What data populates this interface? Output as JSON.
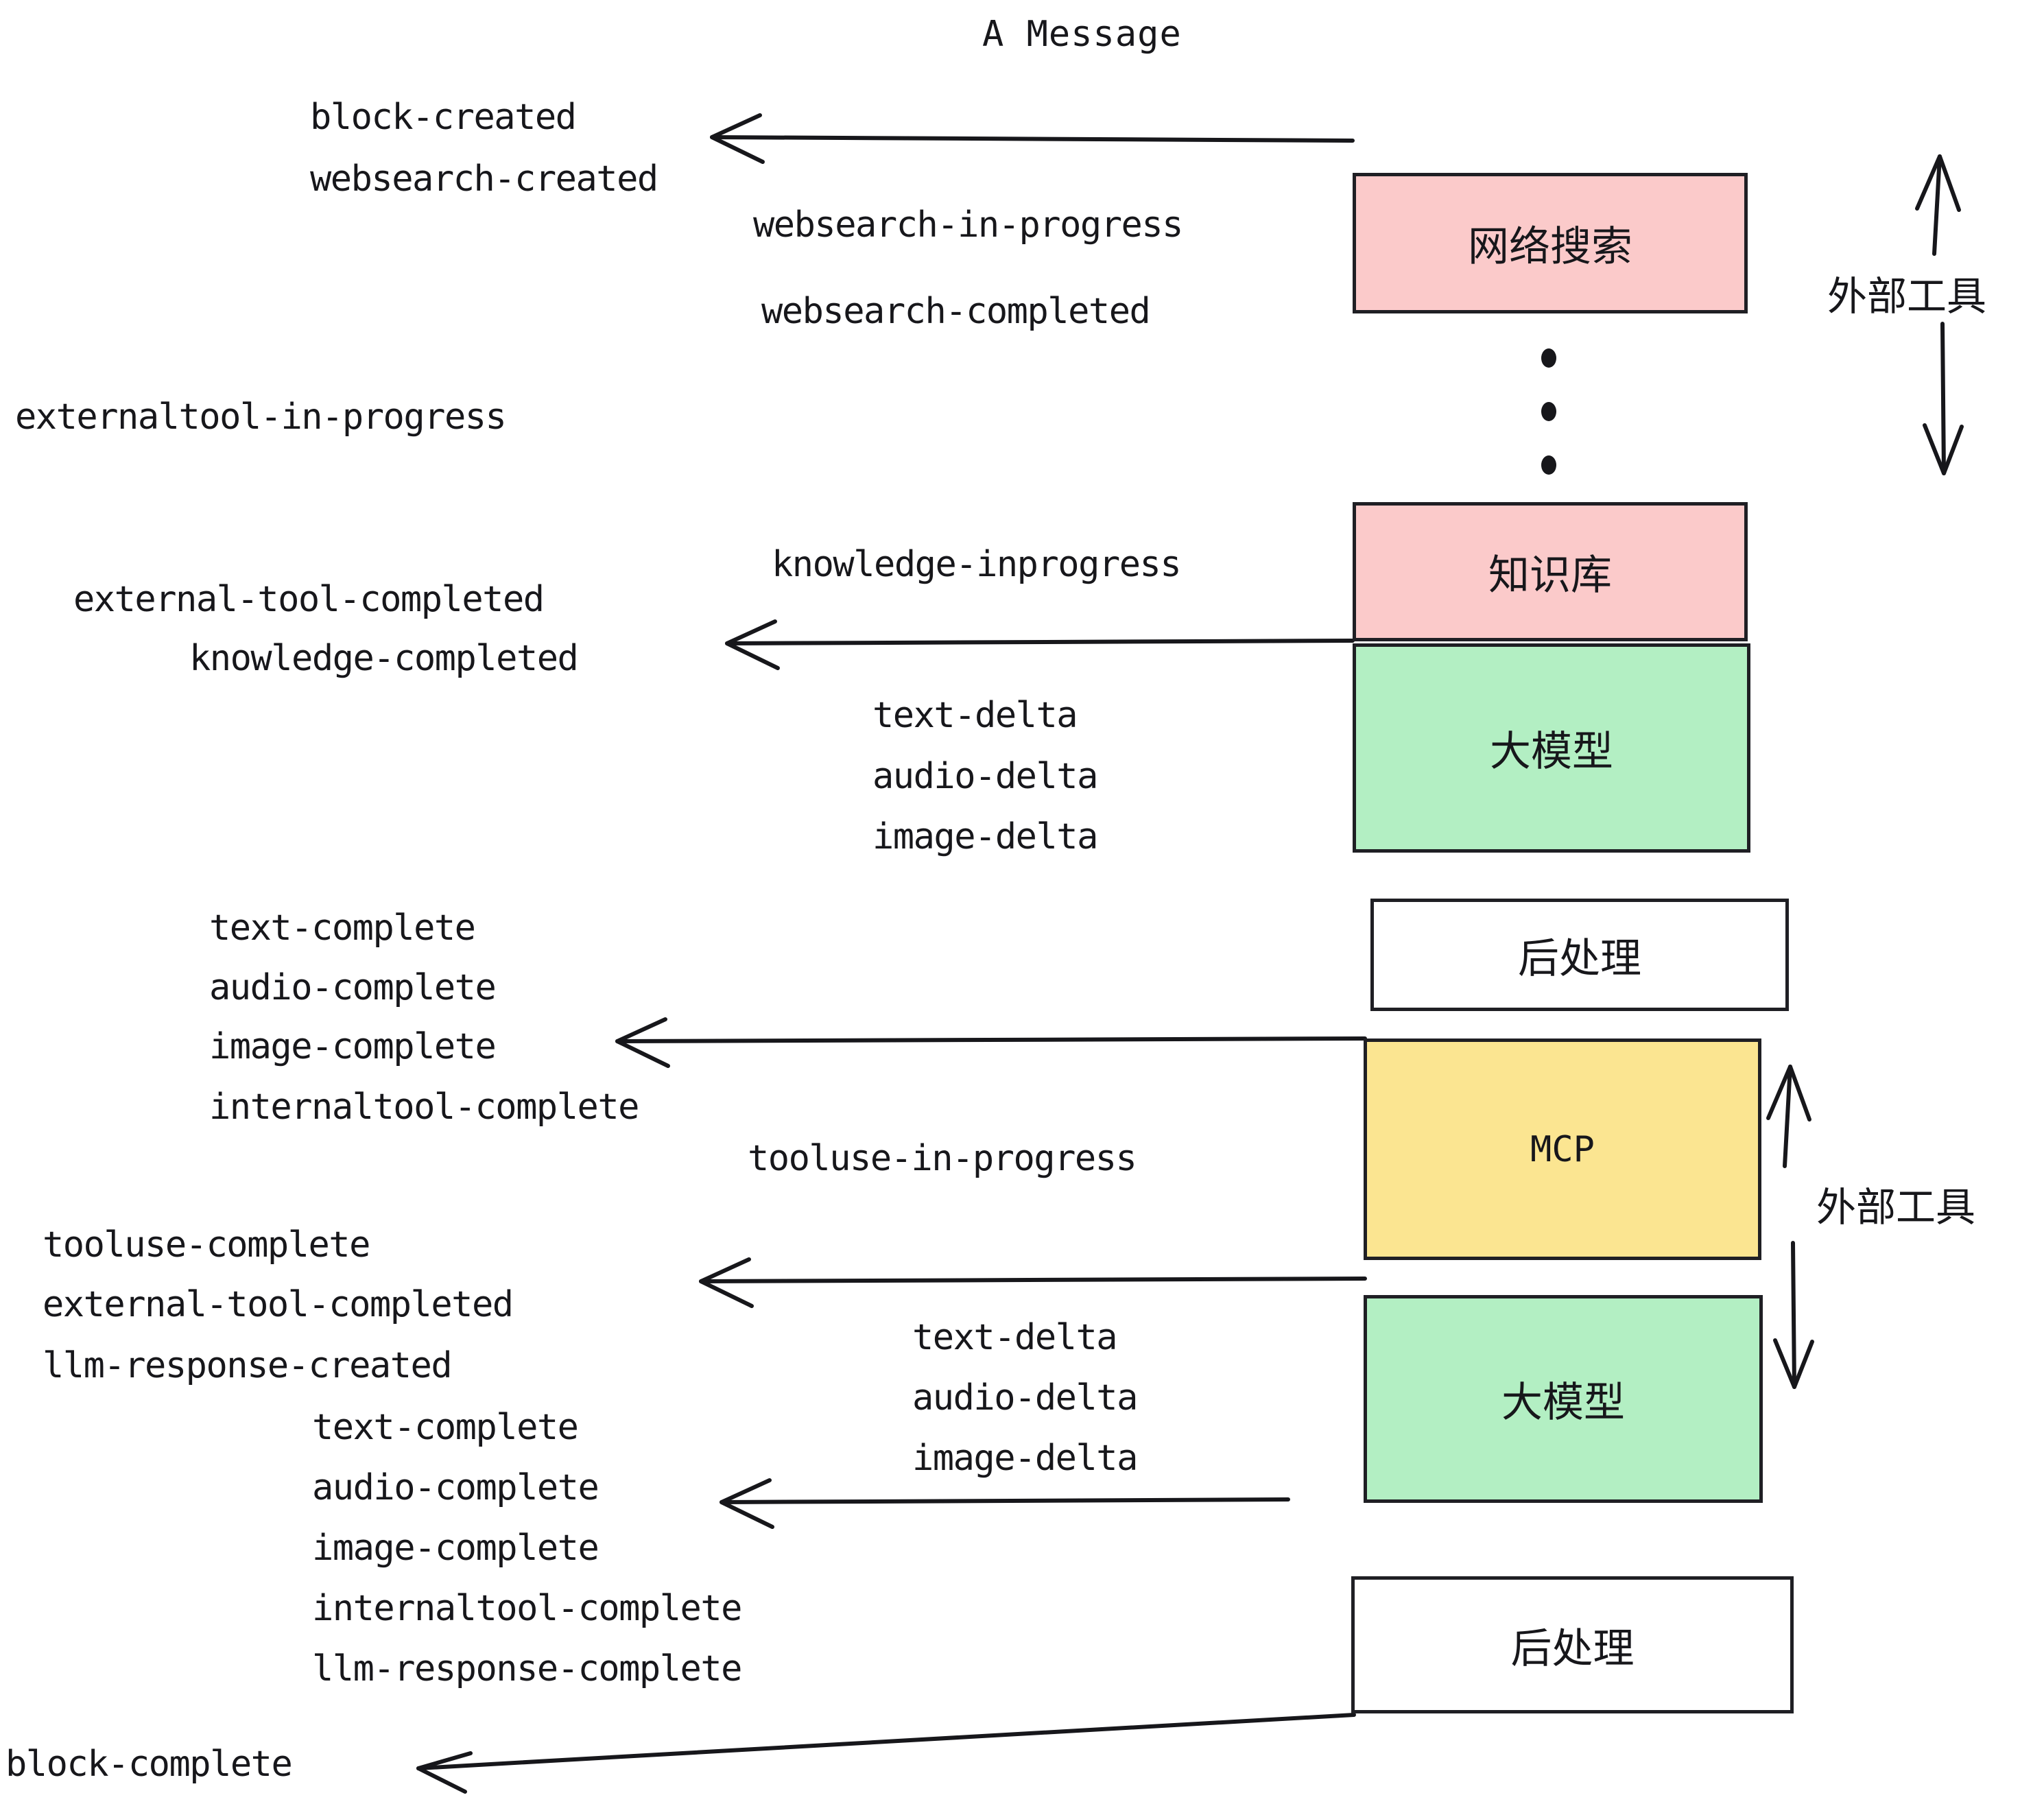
{
  "title": "A Message",
  "colors": {
    "pink": "#fbcaca",
    "green": "#b3efc3",
    "yellow": "#fbe591",
    "white": "#ffffff",
    "stroke": "#1f1f24",
    "text": "#17171b"
  },
  "boxes": [
    {
      "id": "websearch",
      "label": "网络搜索",
      "fill": "#fbcaca"
    },
    {
      "id": "knowledge",
      "label": "知识库",
      "fill": "#fbcaca"
    },
    {
      "id": "llm-1",
      "label": "大模型",
      "fill": "#b3efc3"
    },
    {
      "id": "postprocess-1",
      "label": "后处理",
      "fill": "#ffffff"
    },
    {
      "id": "mcp",
      "label": "MCP",
      "fill": "#fbe591"
    },
    {
      "id": "llm-2",
      "label": "大模型",
      "fill": "#b3efc3"
    },
    {
      "id": "postprocess-2",
      "label": "后处理",
      "fill": "#ffffff"
    }
  ],
  "side_labels": [
    {
      "id": "external-tool-top",
      "label": "外部工具"
    },
    {
      "id": "external-tool-bottom",
      "label": "外部工具"
    }
  ],
  "events": [
    {
      "id": "block-created",
      "text": "block-created"
    },
    {
      "id": "websearch-created",
      "text": "websearch-created"
    },
    {
      "id": "websearch-in-progress",
      "text": "websearch-in-progress"
    },
    {
      "id": "websearch-completed",
      "text": "websearch-completed"
    },
    {
      "id": "externaltool-in-progress",
      "text": "externaltool-in-progress"
    },
    {
      "id": "knowledge-inprogress",
      "text": "knowledge-inprogress"
    },
    {
      "id": "external-tool-completed-1",
      "text": "external-tool-completed"
    },
    {
      "id": "knowledge-completed",
      "text": "knowledge-completed"
    },
    {
      "id": "text-delta-1",
      "text": "text-delta"
    },
    {
      "id": "audio-delta-1",
      "text": "audio-delta"
    },
    {
      "id": "image-delta-1",
      "text": "image-delta"
    },
    {
      "id": "text-complete-1",
      "text": "text-complete"
    },
    {
      "id": "audio-complete-1",
      "text": "audio-complete"
    },
    {
      "id": "image-complete-1",
      "text": "image-complete"
    },
    {
      "id": "internaltool-complete-1",
      "text": "internaltool-complete"
    },
    {
      "id": "tooluse-in-progress",
      "text": "tooluse-in-progress"
    },
    {
      "id": "tooluse-complete",
      "text": "tooluse-complete"
    },
    {
      "id": "external-tool-completed-2",
      "text": "external-tool-completed"
    },
    {
      "id": "llm-response-created",
      "text": "llm-response-created"
    },
    {
      "id": "text-delta-2",
      "text": "text-delta"
    },
    {
      "id": "audio-delta-2",
      "text": "audio-delta"
    },
    {
      "id": "image-delta-2",
      "text": "image-delta"
    },
    {
      "id": "text-complete-2",
      "text": "text-complete"
    },
    {
      "id": "audio-complete-2",
      "text": "audio-complete"
    },
    {
      "id": "image-complete-2",
      "text": "image-complete"
    },
    {
      "id": "internaltool-complete-2",
      "text": "internaltool-complete"
    },
    {
      "id": "llm-response-complete",
      "text": "llm-response-complete"
    },
    {
      "id": "block-complete",
      "text": "block-complete"
    }
  ]
}
